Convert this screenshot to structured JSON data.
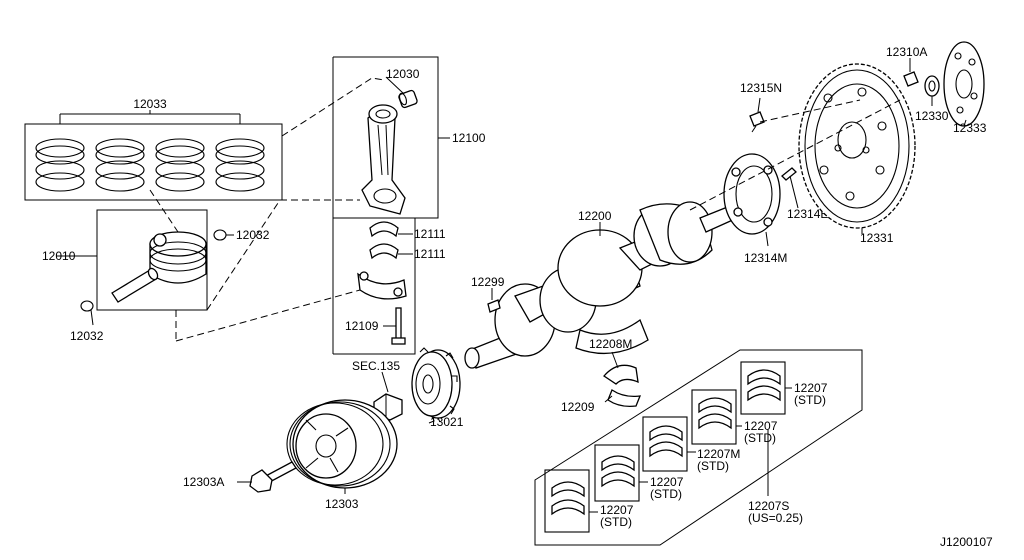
{
  "labels": {
    "p12033": "12033",
    "p12010": "12010",
    "p12032a": "12032",
    "p12032b": "12032",
    "p12030": "12030",
    "p12100": "12100",
    "p12111a": "12111",
    "p12111b": "12111",
    "p12109": "12109",
    "sec135": "SEC.135",
    "p13021": "13021",
    "p12303a": "12303A",
    "p12303": "12303",
    "p12299": "12299",
    "p12200": "12200",
    "p12208m": "12208M",
    "p12209": "12209",
    "p12315n": "12315N",
    "p12310a": "12310A",
    "p12330": "12330",
    "p12333": "12333",
    "p12314e": "12314E",
    "p12314m": "12314M",
    "p12331": "12331",
    "b1_num": "12207",
    "b1_sub": "(STD)",
    "b2_num": "12207",
    "b2_sub": "(STD)",
    "b3_num": "12207M",
    "b3_sub": "(STD)",
    "b4_num": "12207",
    "b4_sub": "(STD)",
    "b5_num": "12207",
    "b5_sub": "(STD)",
    "p12207s": "12207S",
    "p12207s_sub": "(US=0.25)",
    "ref": "J1200107"
  }
}
